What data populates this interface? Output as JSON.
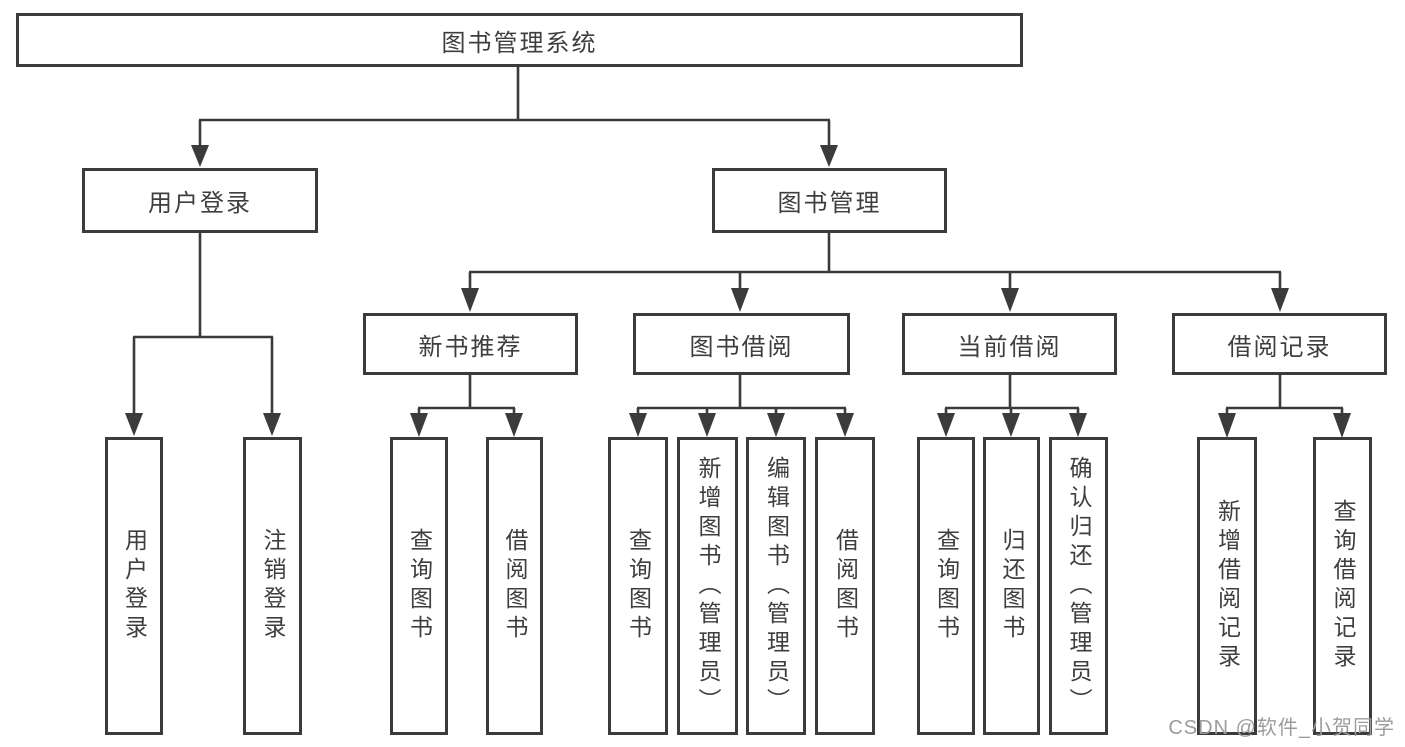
{
  "diagram": {
    "root": {
      "label": "图书管理系统"
    },
    "branches": [
      {
        "label": "用户登录",
        "children": [
          {
            "label": "用户登录"
          },
          {
            "label": "注销登录"
          }
        ]
      },
      {
        "label": "图书管理",
        "children": [
          {
            "label": "新书推荐",
            "children": [
              {
                "label": "查询图书"
              },
              {
                "label": "借阅图书"
              }
            ]
          },
          {
            "label": "图书借阅",
            "children": [
              {
                "label": "查询图书"
              },
              {
                "label": "新增图书（管理员）"
              },
              {
                "label": "编辑图书（管理员）"
              },
              {
                "label": "借阅图书"
              }
            ]
          },
          {
            "label": "当前借阅",
            "children": [
              {
                "label": "查询图书"
              },
              {
                "label": "归还图书"
              },
              {
                "label": "确认归还（管理员）"
              }
            ]
          },
          {
            "label": "借阅记录",
            "children": [
              {
                "label": "新增借阅记录"
              },
              {
                "label": "查询借阅记录"
              }
            ]
          }
        ]
      }
    ],
    "watermark": "CSDN @软件_小贺同学",
    "colors": {
      "line": "#3b3b3b",
      "text": "#3e3e3e",
      "background": "#ffffff",
      "watermark": "#9c9c9c"
    }
  }
}
